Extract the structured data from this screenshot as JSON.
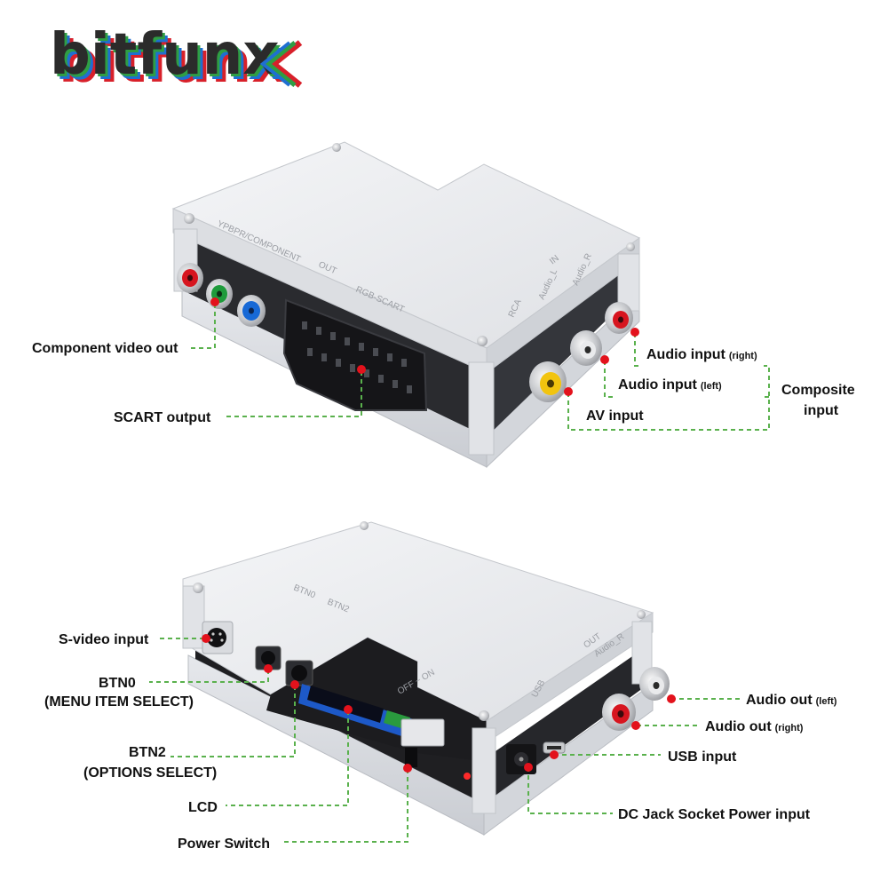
{
  "brand": {
    "name": "bitfunx",
    "colors": {
      "text": "#2b2b2b",
      "shadow_red": "#d8202a",
      "shadow_green": "#2f9e44",
      "shadow_blue": "#1f6fd1"
    }
  },
  "colors": {
    "leader": "#5ab14d",
    "dot": "#e3121c",
    "rca_red": "#d7151f",
    "rca_green": "#1e9b3b",
    "rca_blue": "#1769d6",
    "rca_yellow": "#f2c40f",
    "acrylic": "#ecedef",
    "pcb": "#1f1f22",
    "label_text": "#111111"
  },
  "device_top": {
    "engraved": [
      "YPBPR/COMPONENT",
      "OUT",
      "RGB-SCART",
      "IN",
      "RCA",
      "Audio_L",
      "Audio_R"
    ],
    "labels": {
      "component_video_out": "Component video out",
      "scart_output": "SCART output",
      "audio_input_right_main": "Audio input",
      "audio_input_right_sub": "(right)",
      "audio_input_left_main": "Audio input",
      "audio_input_left_sub": "(left)",
      "composite_input_line1": "Composite",
      "composite_input_line2": "input",
      "av_input": "AV input"
    }
  },
  "device_bottom": {
    "engraved": [
      "BTN0",
      "BTN2",
      "OFF ~ ON",
      "USB",
      "OUT",
      "Audio_R"
    ],
    "labels": {
      "s_video_input": "S-video input",
      "btn0_line1": "BTN0",
      "btn0_line2": "(MENU ITEM SELECT)",
      "btn2_line1": "BTN2",
      "btn2_line2": "(OPTIONS SELECT)",
      "lcd": "LCD",
      "power_switch": "Power Switch",
      "audio_out_left_main": "Audio out",
      "audio_out_left_sub": "(left)",
      "audio_out_right_main": "Audio out",
      "audio_out_right_sub": "(right)",
      "usb_input": "USB input",
      "dc_jack": "DC Jack Socket Power input"
    }
  }
}
